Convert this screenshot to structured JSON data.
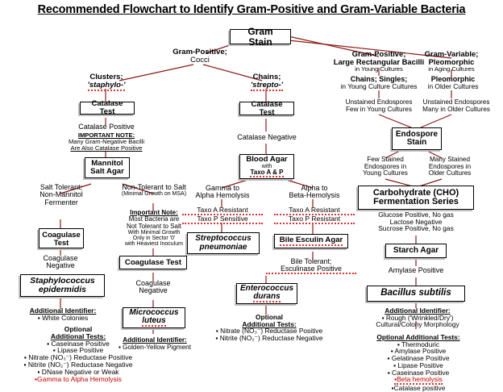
{
  "title": "Recommended Flowchart to Identify Gram-Positive and Gram-Variable Bacteria",
  "nodes": {
    "gram_stain": "Gram Stain",
    "branch_gpos_cocci_l1": "Gram-Positive;",
    "branch_gpos_cocci_l2": "Cocci",
    "clusters_l1": "Clusters;",
    "clusters_l2": "'staphylo-'",
    "chains_l1": "Chains;",
    "chains_l2": "'strepto-'",
    "catalase_test_left": "Catalase Test",
    "catalase_test_mid": "Catalase Test",
    "catalase_positive": "Catalase Positive",
    "important_note_head": "IMPORTANT NOTE:",
    "important_note_l1": "Many Gram-Negative Bacilli",
    "important_note_l2": "Are Also Catalase Positive",
    "catalase_negative": "Catalase Negative",
    "mannitol_l1": "Mannitol",
    "mannitol_l2": "Salt Agar",
    "salt_tolerant_l1": "Salt Tolerant;",
    "salt_tolerant_l2": "Non-Mannitol",
    "salt_tolerant_l3": "Fermenter",
    "non_tolerant_l1": "Non-Tolerant to Salt",
    "non_tolerant_l2": "(Minimal Growth on MSA)",
    "imp_note2_head": "Important Note:",
    "imp_note2_l1": "Most Bacteria are",
    "imp_note2_l2": "Not Tolerant to Salt",
    "imp_note2_l3": "With Minimal Growth",
    "imp_note2_l4": "Only in Sector '0'",
    "imp_note2_l5": "with Heaviest Inoculum",
    "coagulase_test_1_l1": "Coagulase",
    "coagulase_test_1_l2": "Test",
    "coagulase_test_2": "Coagulase Test",
    "coagulase_neg_1_l1": "Coagulase",
    "coagulase_neg_1_l2": "Negative",
    "coagulase_neg_2_l1": "Coagulase",
    "coagulase_neg_2_l2": "Negative",
    "staph_epi_l1": "Staphylococcus",
    "staph_epi_l2": "epidermidis",
    "micrococcus_l1": "Micrococcus",
    "micrococcus_l2": "luteus",
    "blood_agar_l1": "Blood Agar",
    "blood_agar_l2": "with",
    "blood_agar_l3": "Taxo A & P",
    "gamma_alpha_l1": "Gamma to",
    "gamma_alpha_l2": "Alpha Hemolysis",
    "alpha_beta_l1": "Alpha to",
    "alpha_beta_l2": "Beta-Hemolysis",
    "taxo_left_l1": "Taxo A Resistant",
    "taxo_left_l2": "Taxo P Sensitive",
    "taxo_right_l1": "Taxo A Resistant",
    "taxo_right_l2": "Taxo P Resistant",
    "strep_pneu_l1": "Streptococcus",
    "strep_pneu_l2": "pneumoniae",
    "bile_esculin": "Bile Esculin Agar",
    "bile_tol_l1": "Bile Tolerant;",
    "bile_tol_l2": "Esculinase Positive",
    "entero_l1": "Enterococcus",
    "entero_l2": "durans",
    "gpos_bacilli_l1": "Gram-Positive;",
    "gpos_bacilli_l2": "Large Rectangular Bacilli",
    "gpos_bacilli_l3": "in Young Cultures",
    "gvar_l1": "Gram-Variable;",
    "gvar_l2": "Pleomorphic",
    "gvar_l3": "in Aging Cultures",
    "chains_singles_l1": "Chains; Singles;",
    "chains_singles_l2": "in Young Culture Cultures",
    "pleo_l1": "Pleomorphic",
    "pleo_l2": "in Older Cultures",
    "unstained_left_l1": "Unstained Endospores",
    "unstained_left_l2": "Few in Young Cultures",
    "unstained_right_l1": "Unstained Endospores",
    "unstained_right_l2": "Many in Older Cultures",
    "endospore_stain_l1": "Endospore",
    "endospore_stain_l2": "Stain",
    "few_stained_l1": "Few Stained",
    "few_stained_l2": "Endospores in",
    "few_stained_l3": "Young Cultures",
    "many_stained_l1": "Many Stained",
    "many_stained_l2": "Endospores in",
    "many_stained_l3": "Older Cultures",
    "cho_l1": "Carbohydrate (CHO)",
    "cho_l2": "Fermentation Series",
    "cho_res_l1": "Glucose Positive, No gas",
    "cho_res_l2": "Lactose Negative",
    "cho_res_l3": "Sucrose Positive, No gas",
    "starch_agar": "Starch Agar",
    "amylase_positive": "Amylase Positive",
    "bacillus_subtilis": "Bacillus subtilis"
  },
  "left_results": {
    "add_id_head": "Additional Identifier:",
    "add_id_item": "▪ White Colonies",
    "optional_head1": "Optional",
    "optional_head2": "Additional Tests:",
    "items": [
      "▪ Caseinase Positive",
      "▪ Lipase Positive",
      "▪ Nitrate (NO₃⁻) Reductase Positive",
      "▪ Nitrite (NO₂⁻) Reductase Negative",
      "▪ DNase Negative or Weak"
    ],
    "red_item": "▪Gamma to Alpha Hemolysis"
  },
  "mid_results": {
    "add_id_head": "Additional Identifier:",
    "add_id_item": "▪ Golden-Yellow Pigment"
  },
  "entero_results": {
    "optional_head1": "Optional",
    "optional_head2": "Additional Tests:",
    "items": [
      "▪ Nitrate (NO₃⁻) Reductase Positive",
      "▪ Nitrite (NO₂⁻) Reductase Negative"
    ]
  },
  "bacillus_results": {
    "add_id_head": "Additional Identifier:",
    "add_id_l1": "▪ Rough ('Wrinkled/Dry')",
    "add_id_l2": "Cultural/Colony Morphology",
    "optional_head": "Optional Additional Tests:",
    "items": [
      "▪ Thermoduric",
      "▪ Amylase Positive",
      "▪ Gelatinase Positive",
      "▪ Lipase Positive",
      "▪ Caseinase Positive"
    ],
    "red_item": "▪Beta hemolysis",
    "last_item": "▪Catalase positive"
  },
  "colors": {
    "line": "#8b1a17",
    "box_border": "#000000",
    "box_shadow": "#bfbfbf",
    "red_text": "#c00000",
    "spellcheck_squiggle": "#e03030"
  }
}
